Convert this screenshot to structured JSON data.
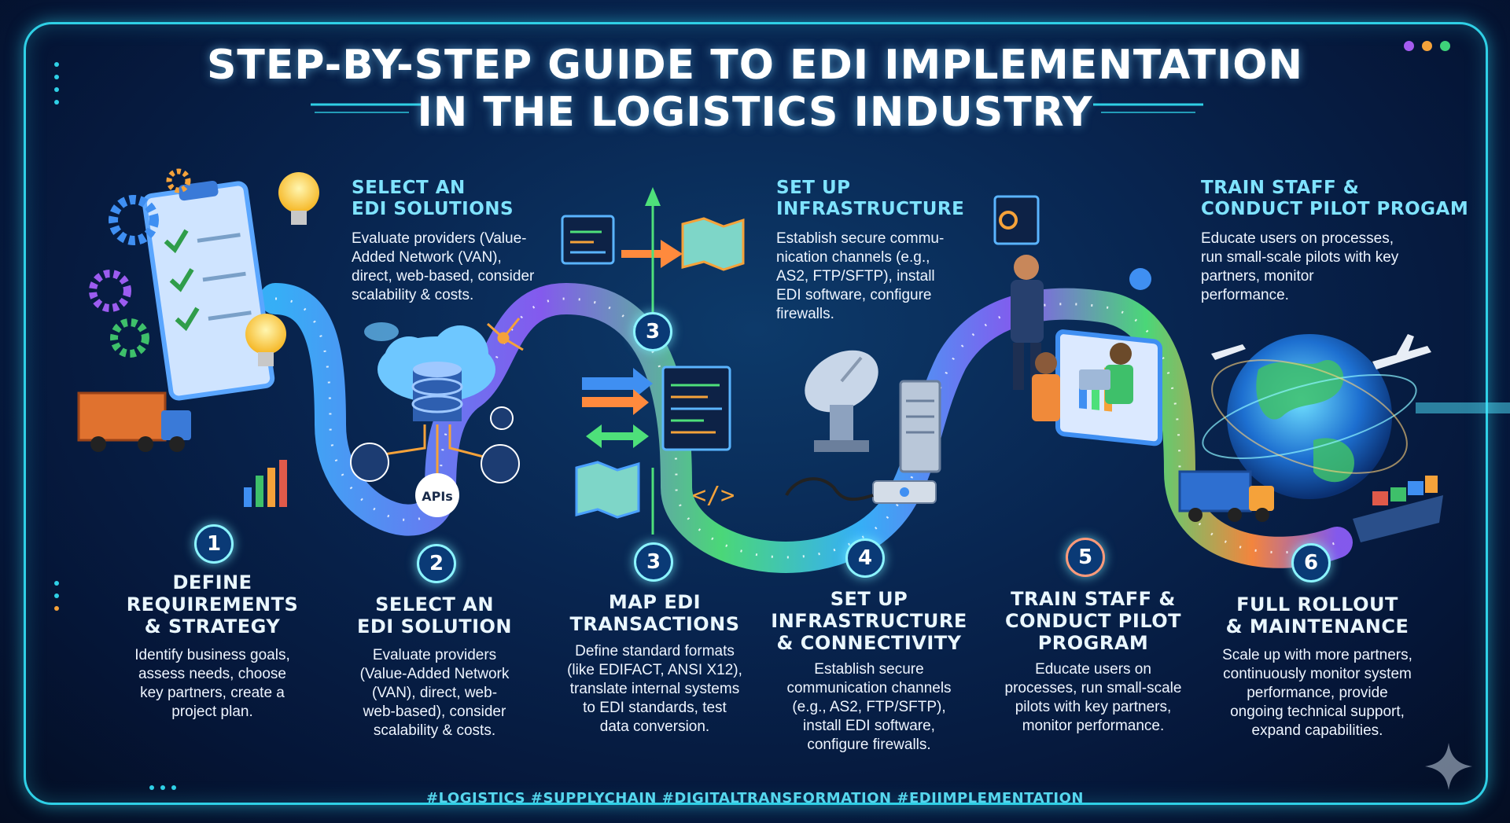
{
  "title": {
    "line1": "STEP-BY-STEP GUIDE TO EDI IMPLEMENTATION",
    "line2": "IN THE LOGISTICS INDUSTRY"
  },
  "top_labels": [
    {
      "title_l1": "SELECT AN",
      "title_l2": "EDI SOLUTIONS",
      "desc": [
        "Evaluate providers (Value-",
        "Added Network (VAN),",
        "direct, web-based, consider",
        "scalability & costs."
      ]
    },
    {
      "title_l1": "SET UP",
      "title_l2": "INFRASTRUCTURE",
      "desc": [
        "Establish secure commu-",
        "nication channels (e.g.,",
        "AS2, FTP/SFTP), install",
        "EDI software, configure",
        "firewalls."
      ]
    },
    {
      "title_l1": "TRAIN STAFF &",
      "title_l2": "CONDUCT PILOT PROGAM",
      "desc": [
        "Educate users on processes,",
        "run small-scale pilots with key",
        "partners, monitor",
        "performance."
      ]
    }
  ],
  "steps": [
    {
      "number": "1",
      "title": [
        "DEFINE",
        "REQUIREMENTS",
        "& STRATEGY"
      ],
      "desc": [
        "Identify business goals,",
        "assess needs, choose",
        "key partners, create a",
        "project plan."
      ]
    },
    {
      "number": "2",
      "title": [
        "SELECT AN",
        "EDI SOLUTION"
      ],
      "desc": [
        "Evaluate providers",
        "(Value-Added Network",
        "(VAN), direct, web-",
        "web-based), consider",
        "scalability & costs."
      ]
    },
    {
      "number": "3",
      "title": [
        "MAP EDI",
        "TRANSACTIONS"
      ],
      "desc": [
        "Define standard formats",
        "(like EDIFACT, ANSI X12),",
        "translate internal systems",
        "to EDI standards, test",
        "data conversion."
      ]
    },
    {
      "number": "4",
      "title": [
        "SET UP",
        "INFRASTRUCTURE",
        "& CONNECTIVITY"
      ],
      "desc": [
        "Establish secure",
        "communication channels",
        "(e.g., AS2, FTP/SFTP),",
        "install EDI software,",
        "configure firewalls."
      ]
    },
    {
      "number": "5",
      "title": [
        "TRAIN STAFF &",
        "CONDUCT PILOT",
        "PROGRAM"
      ],
      "desc": [
        "Educate users on",
        "processes, run small-scale",
        "pilots with key partners,",
        "monitor performance."
      ]
    },
    {
      "number": "6",
      "title": [
        "FULL ROLLOUT",
        "& MAINTENANCE"
      ],
      "desc": [
        "Scale up with more partners,",
        "continuously monitor system",
        "performance, provide",
        "ongoing technical support,",
        "expand capabilities."
      ]
    }
  ],
  "path_badge_3": "3",
  "apis_label": "APIs",
  "hashtags": "#LOGISTICS #SUPPLYCHAIN #DIGITALTRANSFORMATION #EDIIMPLEMENTATION",
  "colors": {
    "frame": "#2fd0e6",
    "path_start": "#38b6ff",
    "path_mid": "#4ee07a",
    "path_purple": "#8a5cf5",
    "path_end": "#ff8a3d",
    "label_cyan": "#7fe3ff"
  },
  "window_dots": [
    "#a55cf0",
    "#f5a23a",
    "#3ed17a"
  ],
  "icons": [
    "gear-icon",
    "lightbulb-icon",
    "clipboard-icon",
    "truck-icon",
    "cloud-icon",
    "database-icon",
    "network-icon",
    "map-icon",
    "code-window-icon",
    "satellite-dish-icon",
    "server-icon",
    "router-icon",
    "presentation-screen-icon",
    "people-icon",
    "globe-icon",
    "airplane-icon",
    "ship-icon",
    "sparkle-icon"
  ]
}
